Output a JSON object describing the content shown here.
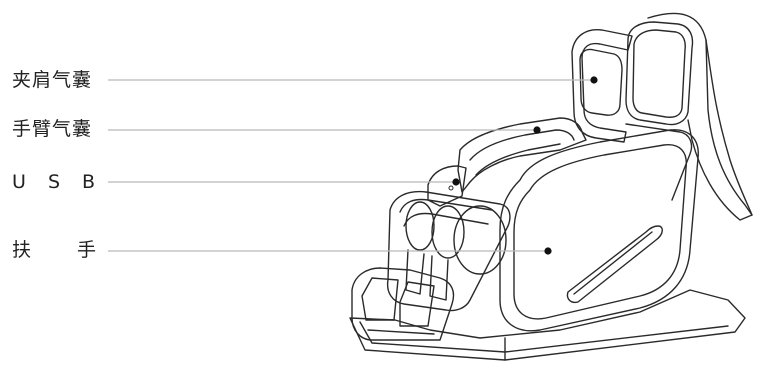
{
  "labels": [
    {
      "id": "shoulder",
      "text": "夹肩气囊"
    },
    {
      "id": "arm",
      "text": "手臂气囊"
    },
    {
      "id": "usb",
      "text": "U S B"
    },
    {
      "id": "armrest",
      "text": "扶 手"
    }
  ],
  "colors": {
    "line": "#b9b9b9",
    "outline": "#2a2a2a",
    "dot": "#111111",
    "text": "#222222"
  }
}
